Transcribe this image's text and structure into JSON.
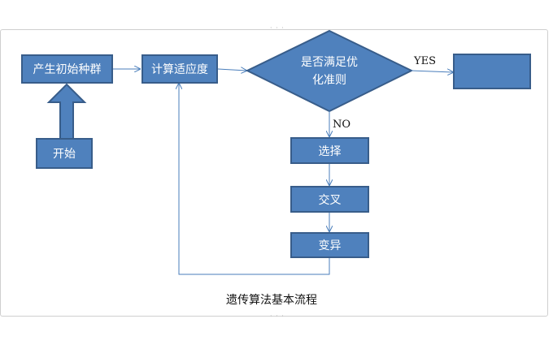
{
  "diagram": {
    "nodes": {
      "init": "产生初始种群",
      "start": "开始",
      "fitness": "计算适应度",
      "decision": [
        "是否满足优",
        "化准则"
      ],
      "select": "选择",
      "crossover": "交叉",
      "mutation": "变异",
      "result": ""
    },
    "edge_labels": {
      "yes": "YES",
      "no": "NO"
    },
    "caption": "遗传算法基本流程",
    "colors": {
      "fill": "#4f81bd",
      "stroke": "#385d8a",
      "line": "#4a7ebb"
    }
  }
}
